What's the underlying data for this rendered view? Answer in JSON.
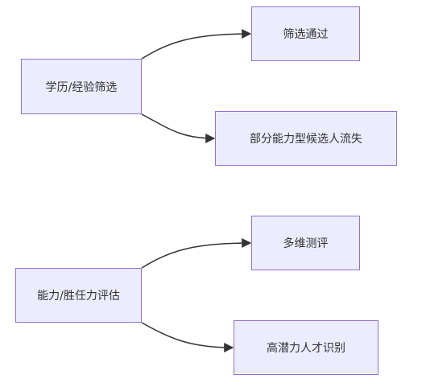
{
  "diagram": {
    "groups": [
      {
        "source": {
          "id": "screen",
          "label": "学历/经验筛选"
        },
        "targets": [
          {
            "id": "pass",
            "label": "筛选通过"
          },
          {
            "id": "loss",
            "label": "部分能力型候选人流失"
          }
        ]
      },
      {
        "source": {
          "id": "assess",
          "label": "能力/胜任力评估"
        },
        "targets": [
          {
            "id": "multi",
            "label": "多维测评"
          },
          {
            "id": "talent",
            "label": "高潜力人才识别"
          }
        ]
      }
    ],
    "colors": {
      "node_fill": "#ececff",
      "node_border": "#9370db",
      "edge": "#333333",
      "text": "#333333"
    }
  }
}
